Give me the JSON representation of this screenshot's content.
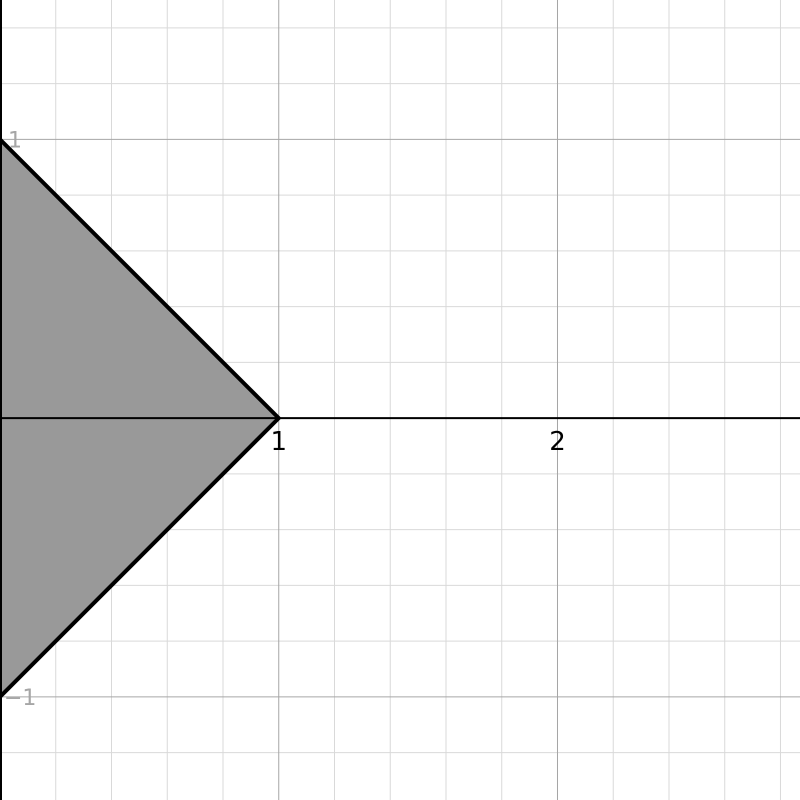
{
  "chart_data": {
    "type": "area",
    "title": "",
    "xlabel": "",
    "ylabel": "",
    "xlim": [
      0,
      2.87
    ],
    "ylim": [
      -1.37,
      1.5
    ],
    "grid": true,
    "minor_grid_step": 0.2,
    "major_grid_step": 1,
    "x_ticks": [
      {
        "value": 1,
        "label": "1"
      },
      {
        "value": 2,
        "label": "2"
      }
    ],
    "y_ticks": [
      {
        "value": 1,
        "label": "1"
      },
      {
        "value": -1,
        "label": "−1"
      }
    ],
    "region": {
      "vertices": [
        [
          0,
          1
        ],
        [
          1,
          0
        ],
        [
          0,
          -1
        ]
      ],
      "fill_color": "#999999",
      "boundary_color": "#000000"
    }
  }
}
